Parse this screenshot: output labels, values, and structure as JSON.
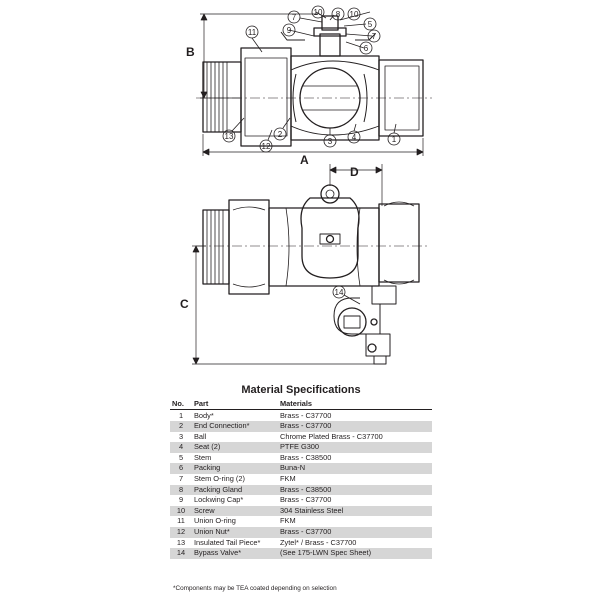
{
  "dimensions": {
    "A": "A",
    "B": "B",
    "C": "C",
    "D": "D"
  },
  "balloons": [
    "1",
    "2",
    "3",
    "4",
    "5",
    "6",
    "7",
    "8",
    "9",
    "10",
    "11",
    "12",
    "13",
    "14"
  ],
  "spec": {
    "title": "Material Specifications",
    "headers": {
      "no": "No.",
      "part": "Part",
      "materials": "Materials"
    },
    "rows": [
      {
        "no": "1",
        "part": "Body*",
        "materials": "Brass - C37700"
      },
      {
        "no": "2",
        "part": "End Connection*",
        "materials": "Brass - C37700"
      },
      {
        "no": "3",
        "part": "Ball",
        "materials": "Chrome Plated Brass - C37700"
      },
      {
        "no": "4",
        "part": "Seat (2)",
        "materials": "PTFE G300"
      },
      {
        "no": "5",
        "part": "Stem",
        "materials": "Brass - C38500"
      },
      {
        "no": "6",
        "part": "Packing",
        "materials": "Buna-N"
      },
      {
        "no": "7",
        "part": "Stem O-ring (2)",
        "materials": "FKM"
      },
      {
        "no": "8",
        "part": "Packing Gland",
        "materials": "Brass - C38500"
      },
      {
        "no": "9",
        "part": "Lockwing Cap*",
        "materials": "Brass - C37700"
      },
      {
        "no": "10",
        "part": "Screw",
        "materials": "304 Stainless Steel"
      },
      {
        "no": "11",
        "part": "Union O-ring",
        "materials": "FKM"
      },
      {
        "no": "12",
        "part": "Union Nut*",
        "materials": "Brass - C37700"
      },
      {
        "no": "13",
        "part": "Insulated Tail Piece*",
        "materials": "Zytel* / Brass - C37700"
      },
      {
        "no": "14",
        "part": "Bypass Valve*",
        "materials": "(See 175-LWN Spec Sheet)"
      }
    ],
    "footnote": "*Components may be TEA coated depending on selection"
  },
  "colors": {
    "line": "#231f20",
    "shade": "#d6d6d6",
    "background": "#ffffff"
  }
}
